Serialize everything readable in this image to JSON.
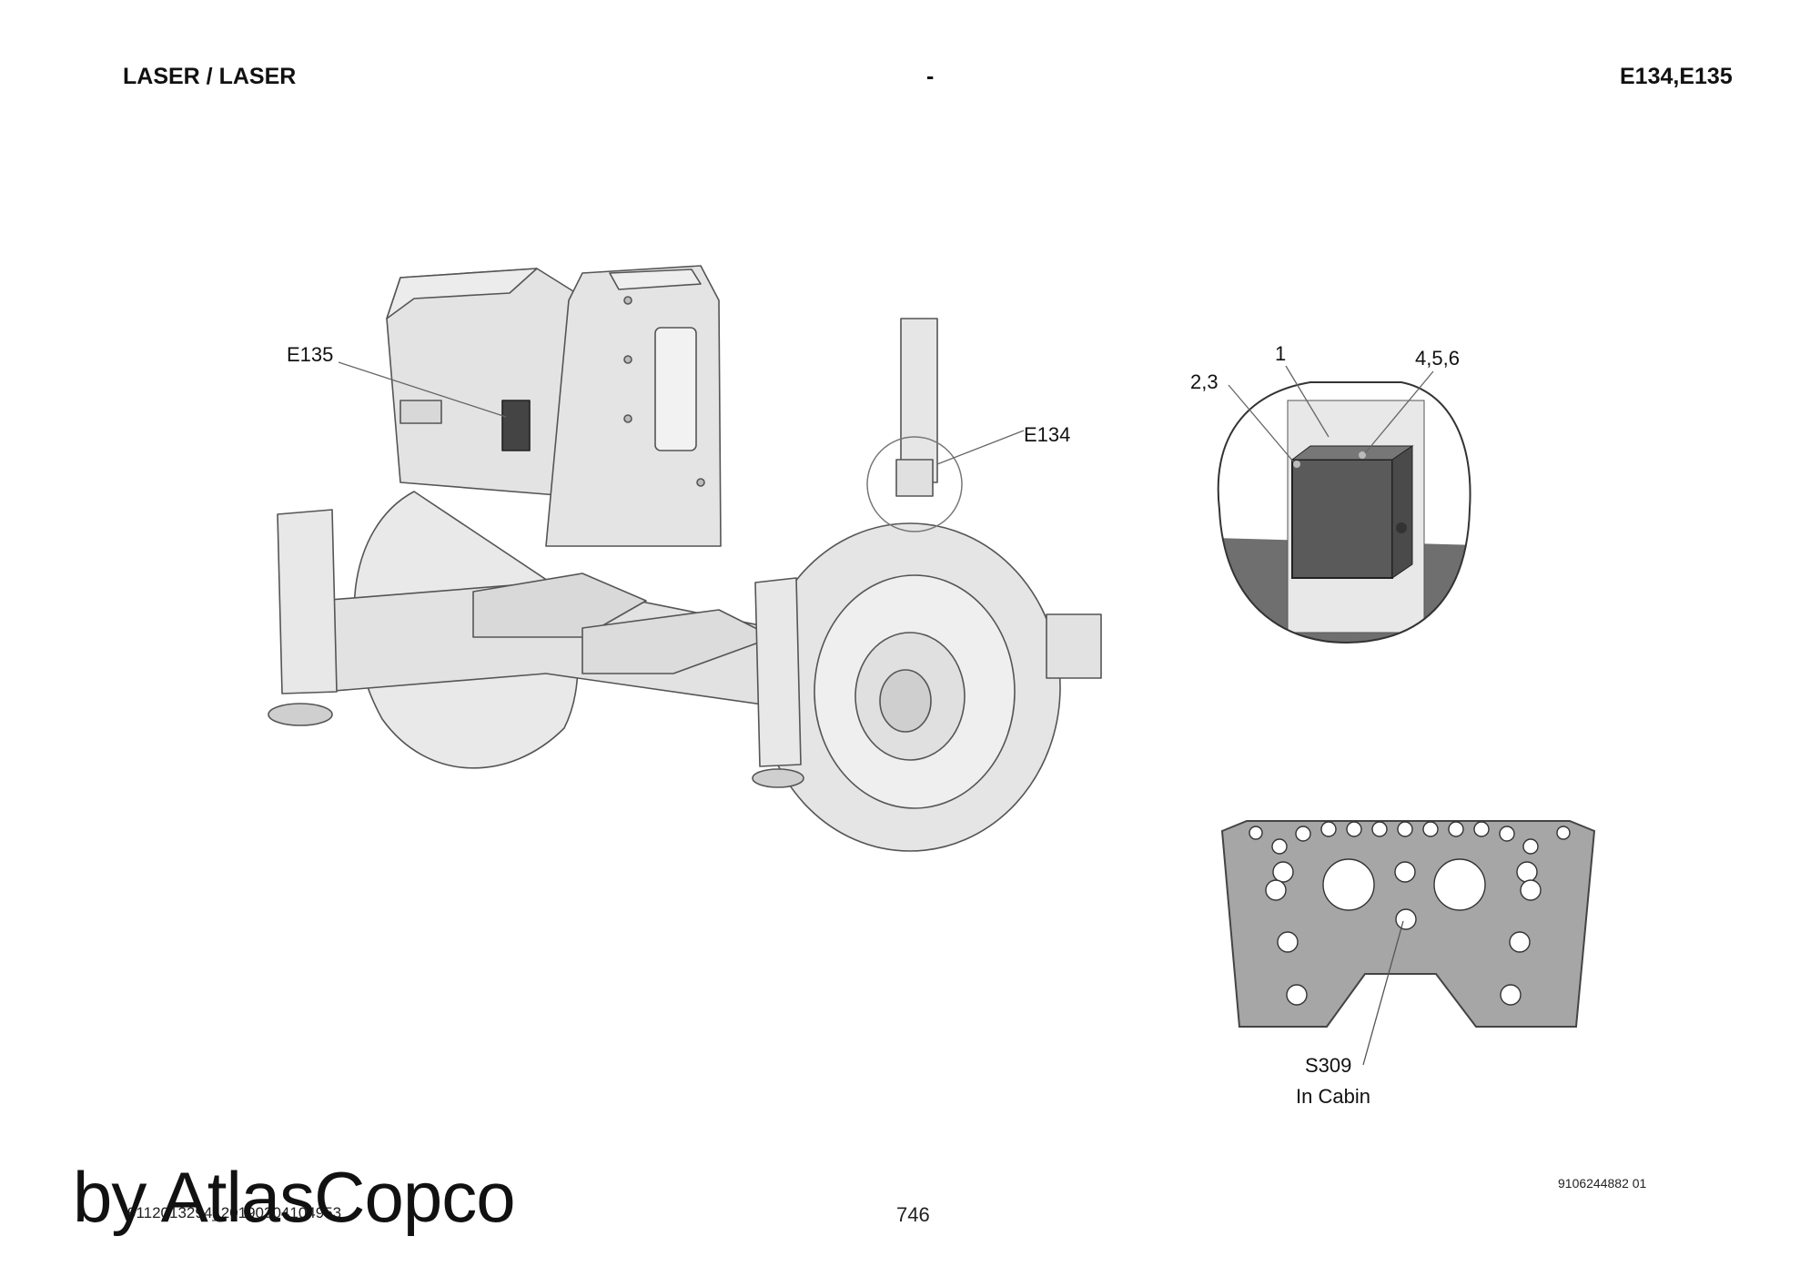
{
  "header": {
    "left": "LASER / LASER",
    "center": "-",
    "right": "E134,E135"
  },
  "callouts": {
    "e135": "E135",
    "e134": "E134",
    "item_1": "1",
    "item_2_3": "2,3",
    "item_4_5_6": "4,5,6",
    "s309": "S309",
    "in_cabin": "In Cabin"
  },
  "footer": {
    "drawing_number": "9106244882 01",
    "doc_ref": "9112013294_20190304104953",
    "page_number": "746",
    "watermark": "by AtlasCopco"
  }
}
